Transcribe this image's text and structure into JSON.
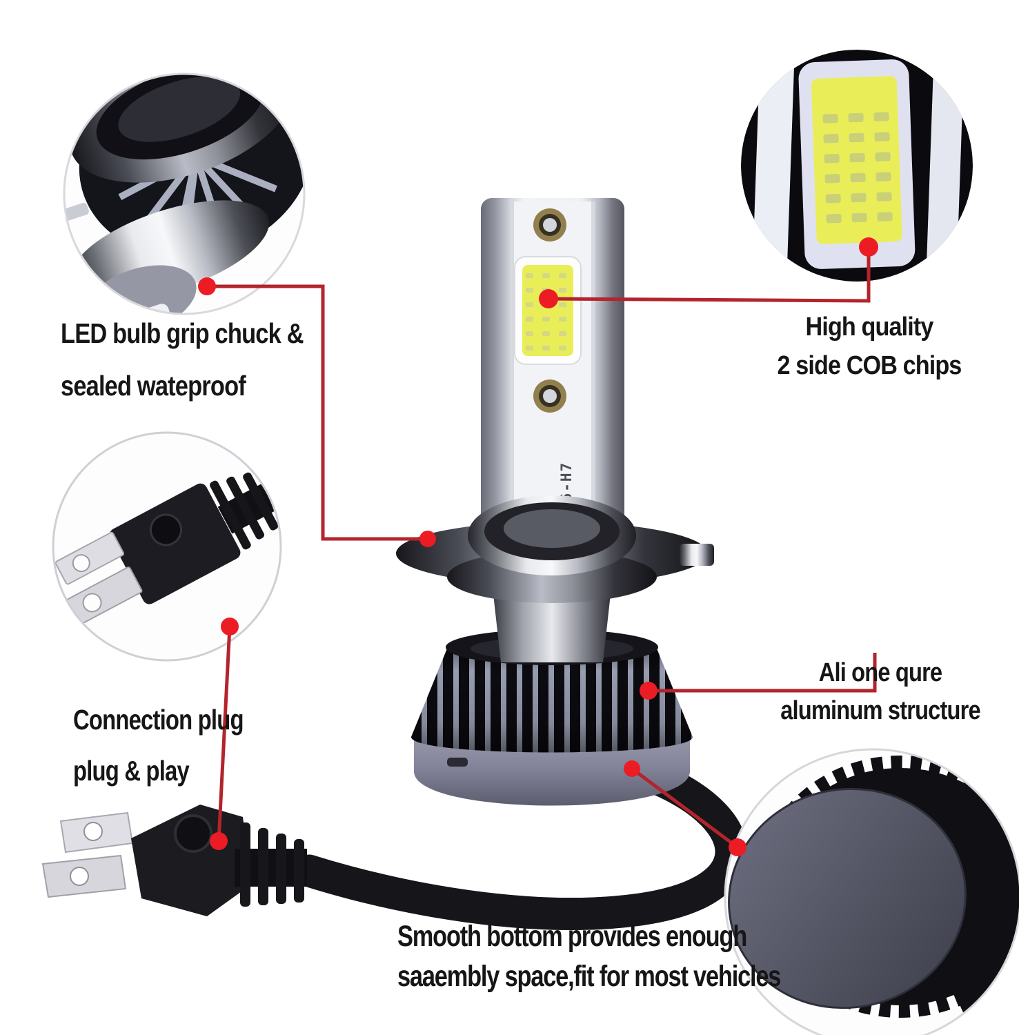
{
  "colors": {
    "background": "#ffffff",
    "leader_line": "#b3242c",
    "leader_dot": "#ec1c24",
    "chip_yellow": "#e9ee58",
    "chip_dot": "#d2d687",
    "label_text": "#161616"
  },
  "product": {
    "marking": "06-H7"
  },
  "annotations": {
    "grip_chuck": {
      "line1": "LED bulb grip chuck &",
      "line2": "sealed wateproof"
    },
    "cob_chips": {
      "line1": "High quality",
      "line2": "2 side COB chips"
    },
    "connection_plug": {
      "line1": "Connection plug",
      "line2": "plug & play"
    },
    "aluminum_structure": {
      "line1": "Ali one qure",
      "line2": "aluminum structure"
    },
    "smooth_bottom": {
      "line1": "Smooth bottom provides enough",
      "line2": "saaembly space,fit for most vehicles"
    }
  }
}
